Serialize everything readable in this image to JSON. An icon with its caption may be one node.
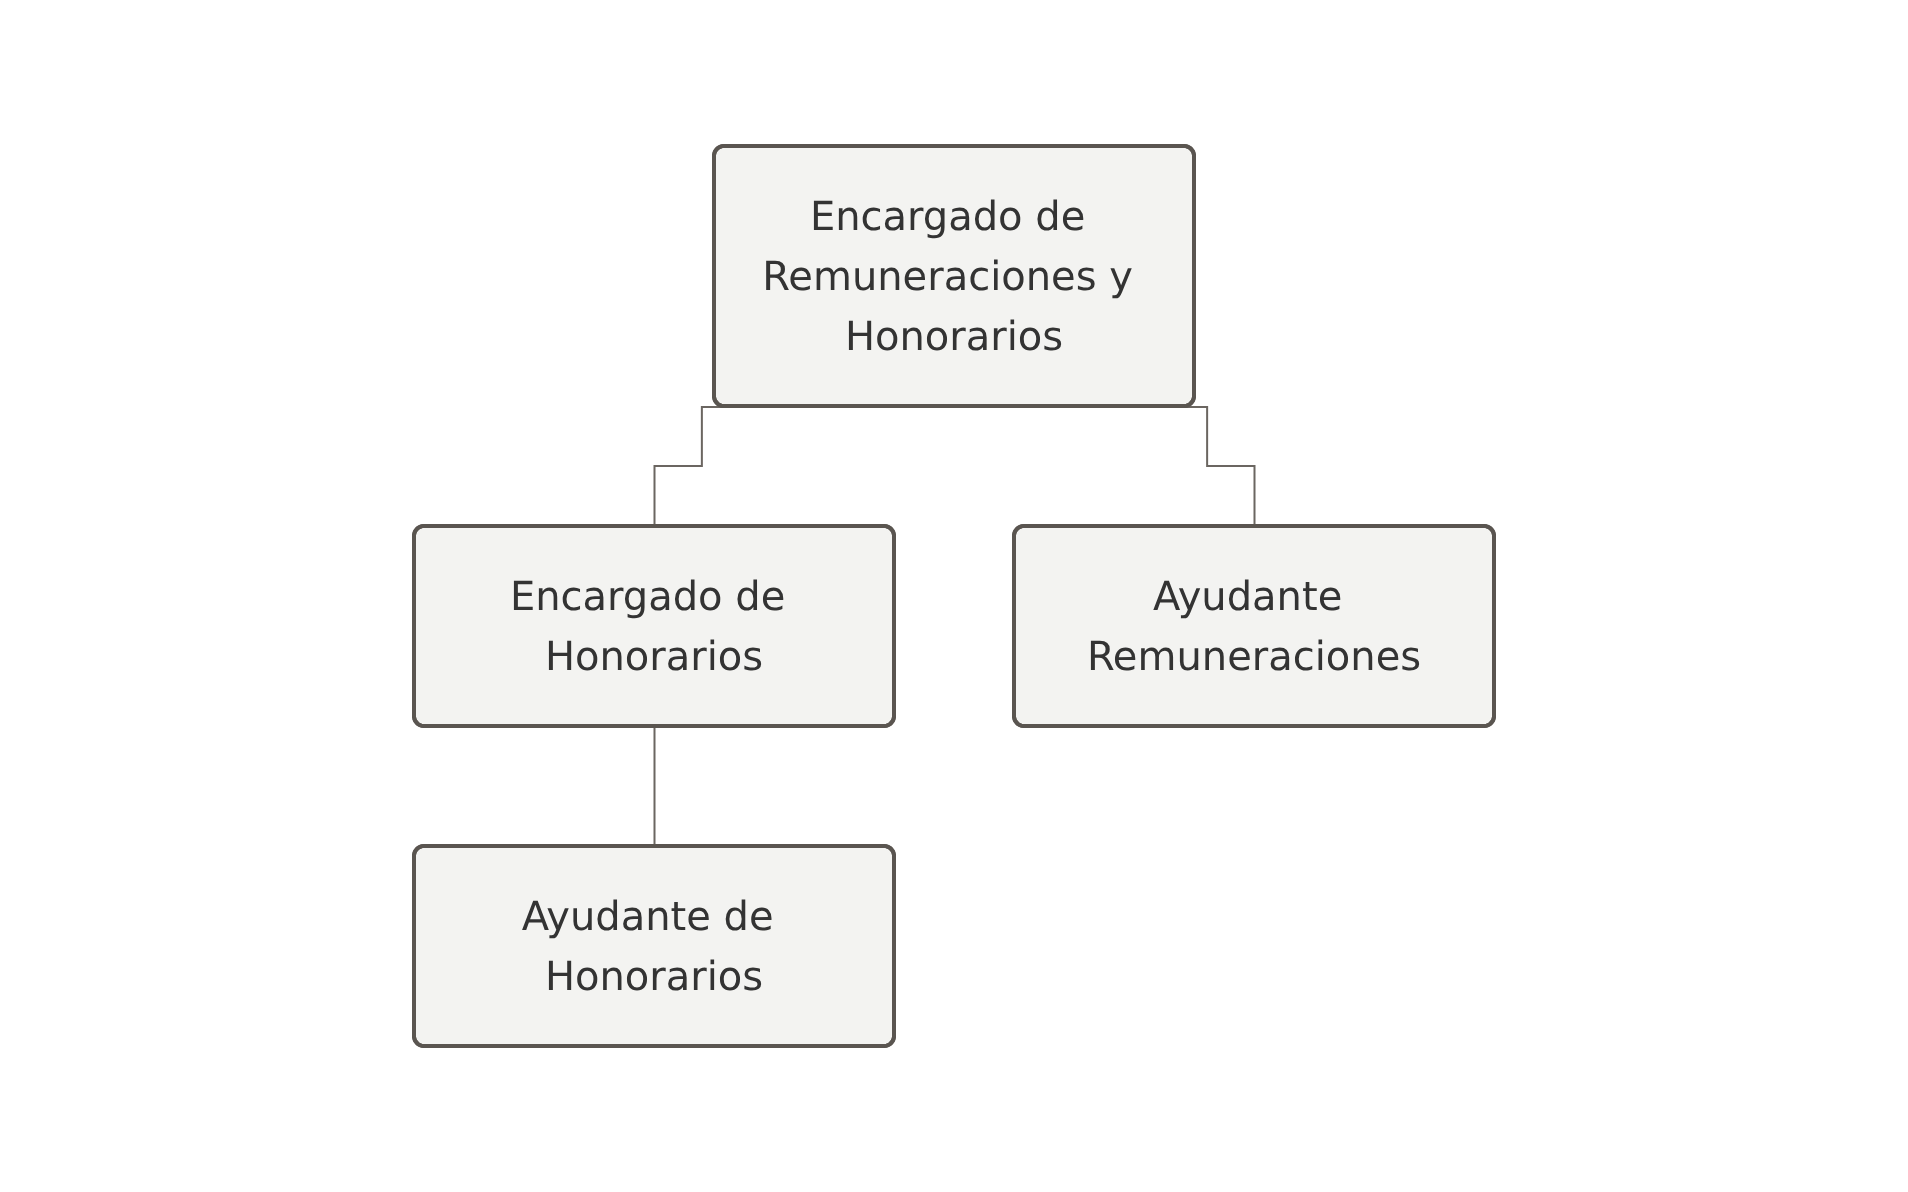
{
  "diagram": {
    "nodes": [
      {
        "text": [
          "Encargado de Remuneraciones y Honorarios"
        ]
      },
      {
        "text": [
          "Encargado de Honorarios"
        ]
      },
      {
        "text": [
          "Ayudante de Honorarios"
        ]
      },
      {
        "text": [
          "Ayudante Remuneraciones"
        ]
      }
    ],
    "edges": [
      {
        "from": 0,
        "to": 1,
        "arrow": "none"
      },
      {
        "from": 1,
        "to": 2,
        "arrow": "none"
      },
      {
        "from": 0,
        "to": 3,
        "arrow": "none"
      }
    ]
  }
}
